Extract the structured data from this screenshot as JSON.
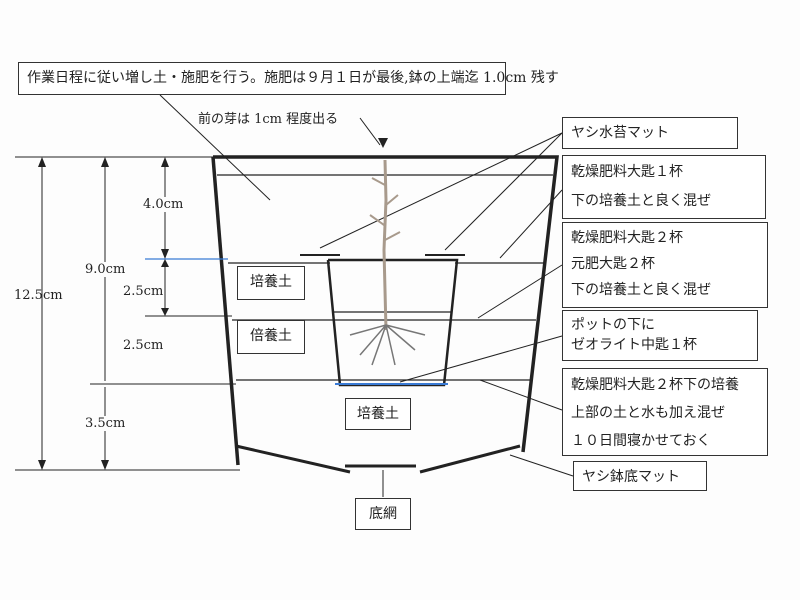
{
  "top_note": "作業日程に従い増し土・施肥を行う。施肥は９月１日が最後,鉢の上端迄 1.0cm 残す",
  "bud_note": "前の芽は 1cm 程度出る",
  "dimensions": {
    "total": "12.5cm",
    "upper": "9.0cm",
    "top_gap": "4.0cm",
    "mid1": "2.5cm",
    "mid2": "2.5cm",
    "bottom": "3.5cm"
  },
  "soil_labels": [
    "培養土",
    "倍養土",
    "培養土"
  ],
  "bottom_net": "底網",
  "callouts": [
    {
      "lines": [
        "ヤシ水苔マット"
      ]
    },
    {
      "lines": [
        "乾燥肥料大匙１杯",
        "下の培養土と良く混ぜ"
      ]
    },
    {
      "lines": [
        "乾燥肥料大匙２杯",
        "元肥大匙２杯",
        "下の培養土と良く混ぜ"
      ]
    },
    {
      "lines": [
        "ポットの下に",
        "ゼオライト中匙１杯"
      ]
    },
    {
      "lines": [
        "乾燥肥料大匙２杯下の培養",
        "上部の土と水も加え混ぜ",
        "１０日間寝かせておく"
      ]
    },
    {
      "lines": [
        "ヤシ鉢底マット"
      ]
    }
  ],
  "colors": {
    "ink": "#222222",
    "water_line": "#3a7bd5",
    "stem": "#a89a8c"
  }
}
